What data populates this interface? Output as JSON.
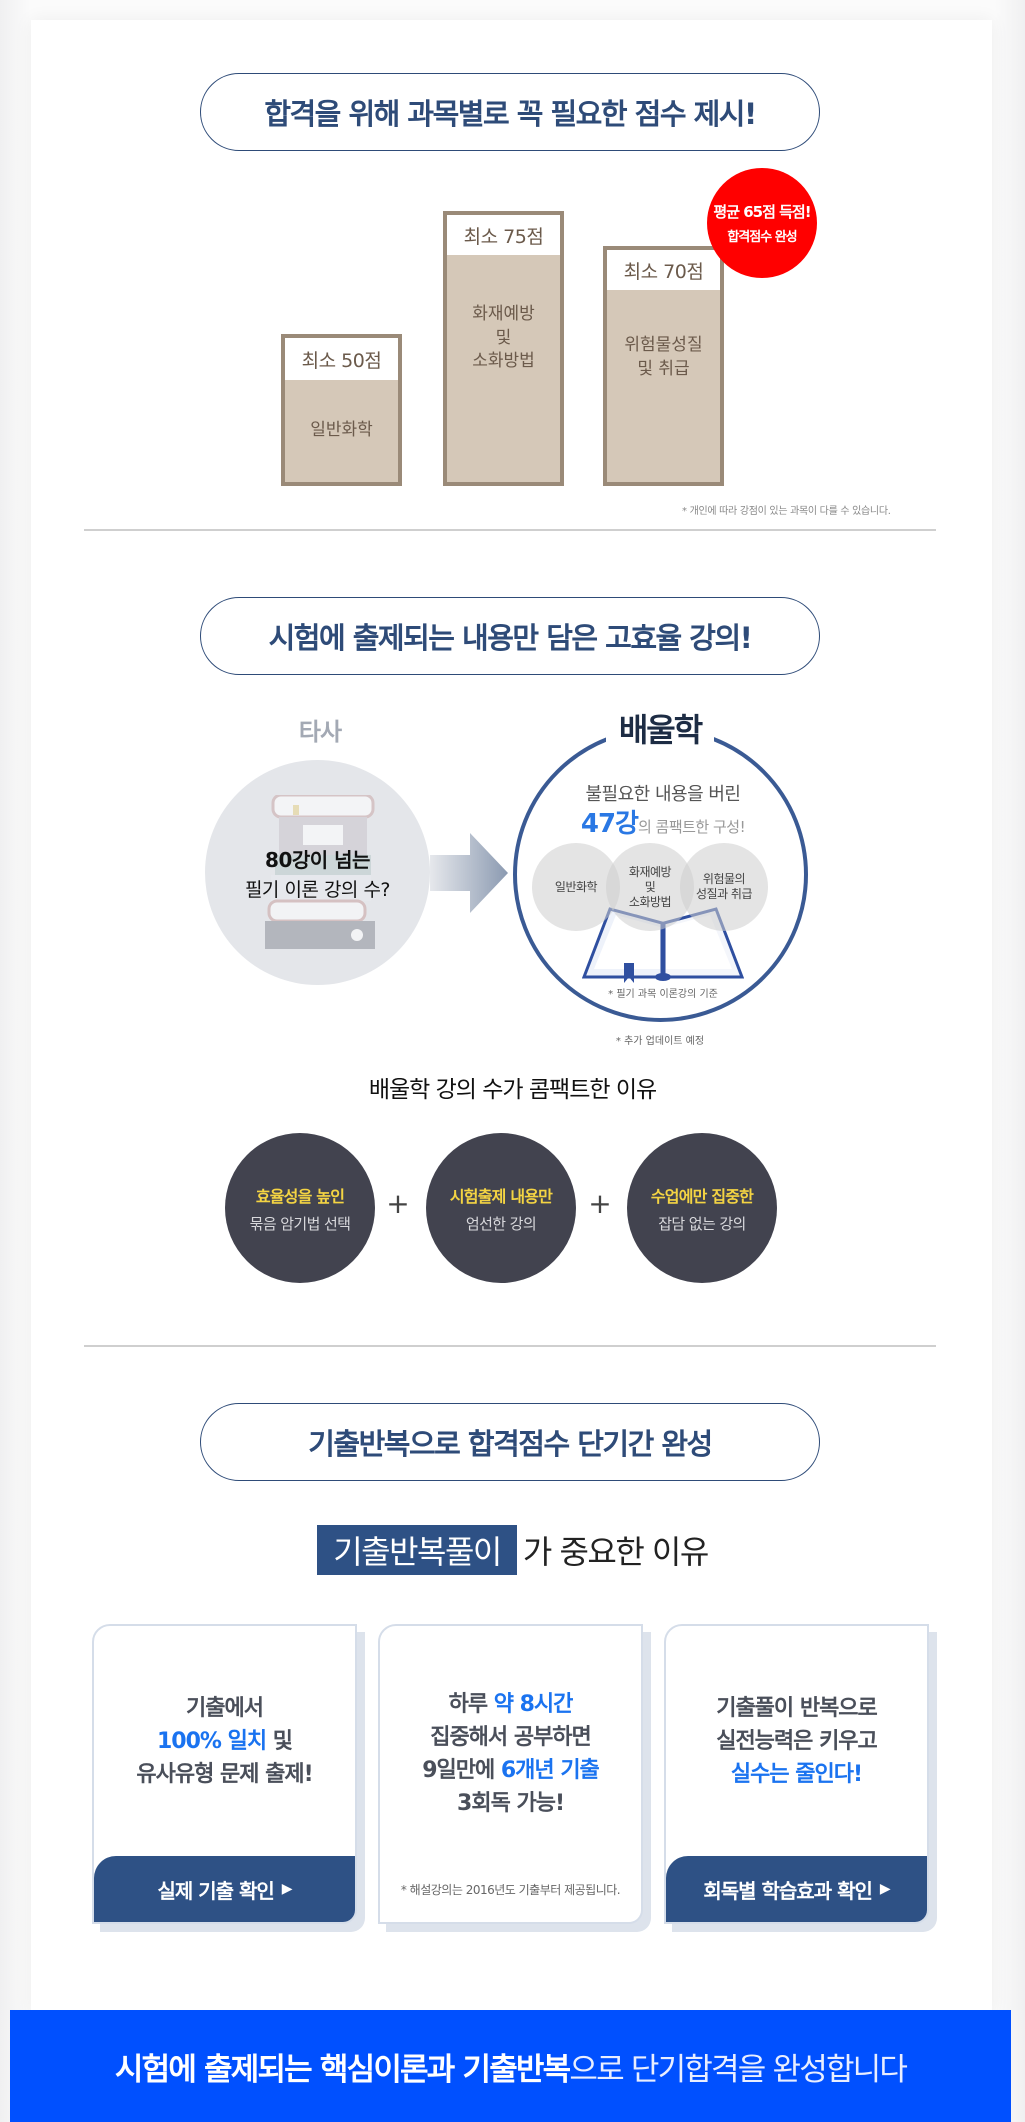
{
  "colors": {
    "navy": "#2e4b78",
    "bar_border": "#9a8a78",
    "bar_fill": "#d5c8b8",
    "badge_red": "#ff0000",
    "highlight_blue": "#1a73f0",
    "dark_circle": "#42434f",
    "yellow": "#f4d443",
    "button_navy": "#2e5185",
    "footer_blue": "#0050ff"
  },
  "section1": {
    "title": "합격을 위해 과목별로 꼭 필요한 점수 제시!",
    "bars": [
      {
        "score": "최소 50점",
        "subject": "일반화학"
      },
      {
        "score": "최소 75점",
        "subject": "화재예방\n및\n소화방법"
      },
      {
        "score": "최소 70점",
        "subject": "위험물성질\n및 취급"
      }
    ],
    "badge": {
      "line1": "평균 65점 득점!",
      "line2": "합격점수 완성"
    },
    "note": "* 개인에 따라 강점이 있는 과목이 다를 수 있습니다."
  },
  "section2": {
    "title": "시험에 출제되는 내용만 담은 고효율 강의!",
    "other": {
      "label": "타사",
      "line1": "80강이 넘는",
      "line2": "필기 이론 강의 수?"
    },
    "ours": {
      "label": "배울학",
      "line1": "불필요한 내용을 버린",
      "count": "47강",
      "line2_rest": "의 콤팩트한 구성!",
      "subjects": [
        "일반화학",
        "화재예방\n및\n소화방법",
        "위험물의\n성질과 취급"
      ],
      "note": "*  필기 과목 이론강의 기준"
    },
    "update_note": "* 추가 업데이트 예정",
    "reason_title": "배울학 강의 수가 콤팩트한 이유",
    "reasons": [
      {
        "highlight": "효율성을 높인",
        "text": "묶음 암기법 선택"
      },
      {
        "highlight": "시험출제 내용만",
        "text": "엄선한 강의"
      },
      {
        "highlight": "수업에만 집중한",
        "text": "잡담 없는 강의"
      }
    ],
    "plus": "+"
  },
  "section3": {
    "title": "기출반복으로 합격점수 단기간 완성",
    "subtitle_highlight": "기출반복풀이",
    "subtitle_rest": "가 중요한 이유",
    "cards": [
      {
        "lines": [
          [
            {
              "t": "기출에서",
              "b": false
            }
          ],
          [
            {
              "t": "100% 일치",
              "b": true
            },
            {
              "t": " 및",
              "b": false
            }
          ],
          [
            {
              "t": "유사유형 문제 출제!",
              "b": false
            }
          ]
        ],
        "l1": "기출에서",
        "l2a": "100% 일치",
        "l2b": " 및",
        "l3": "유사유형 문제 출제!",
        "button": "실제 기출 확인",
        "arrow": "▶"
      },
      {
        "l1a": "하루 ",
        "l1b": "약 8시간",
        "l2": "집중해서 공부하면",
        "l3a": "9일만에 ",
        "l3b": "6개년 기출",
        "l4": "3회독 가능!",
        "note": "* 해설강의는 2016년도 기출부터 제공됩니다."
      },
      {
        "l1": "기출풀이 반복으로",
        "l2": "실전능력은 키우고",
        "l3": "실수는 줄인다!",
        "button": "회독별 학습효과 확인",
        "arrow": "▶"
      }
    ]
  },
  "footer": {
    "bold": "시험에 출제되는 핵심이론과 기출반복",
    "normal": "으로 단기합격을 완성합니다"
  }
}
